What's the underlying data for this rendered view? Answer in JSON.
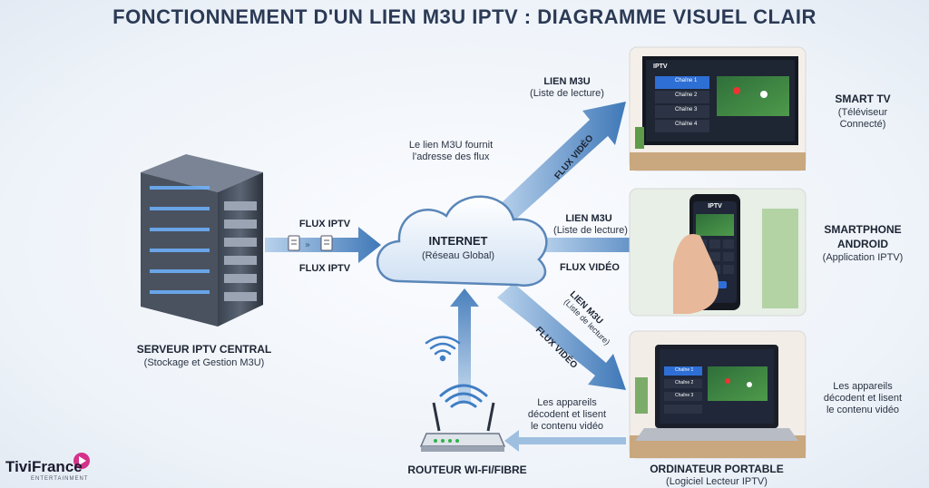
{
  "title": "FONCTIONNEMENT D'UN LIEN M3U IPTV : DIAGRAMME VISUEL CLAIR",
  "server": {
    "title": "SERVEUR IPTV CENTRAL",
    "subtitle": "(Stockage et Gestion M3U)"
  },
  "cloud": {
    "title": "INTERNET",
    "subtitle": "(Réseau Global)"
  },
  "router": {
    "title": "ROUTEUR WI-FI/FIBRE"
  },
  "server_to_cloud": {
    "top": "FLUX IPTV",
    "bottom": "FLUX IPTV"
  },
  "to_tv": {
    "m3u": "LIEN M3U",
    "m3u_sub": "(Liste de lecture)",
    "video": "FLUX VIDÉO",
    "note_line1": "Le lien M3U fournit",
    "note_line2": "l'adresse des flux"
  },
  "to_phone": {
    "m3u": "LIEN M3U",
    "m3u_sub": "(Liste de lecture)",
    "video": "FLUX VIDÉO"
  },
  "to_laptop": {
    "m3u": "LIEN M3U",
    "m3u_sub": "(Liste de lecture)",
    "video": "FLUX VIDÉO"
  },
  "router_note": {
    "line1": "Les appareils",
    "line2": "décodent et lisent",
    "line3": "le contenu vidéo"
  },
  "right_note": {
    "line1": "Les appareils",
    "line2": "décodent et lisent",
    "line3": "le contenu vidéo"
  },
  "devices": {
    "tv": {
      "title": "SMART TV",
      "sub1": "(Téléviseur",
      "sub2": "Connecté)",
      "app_label": "IPTV",
      "channels": [
        "Chaîne 1",
        "Chaîne 2",
        "Chaîne 3",
        "Chaîne 4"
      ]
    },
    "phone": {
      "title1": "SMARTPHONE",
      "title2": "ANDROID",
      "subtitle": "(Application IPTV)",
      "app_label": "IPTV"
    },
    "laptop": {
      "title": "ORDINATEUR PORTABLE",
      "subtitle": "(Logiciel Lecteur IPTV)",
      "channels": [
        "Chaîne 1",
        "Chaîne 2",
        "Chaîne 3"
      ]
    }
  },
  "logo": {
    "brand": "TiviFrance",
    "tagline": "ENTERTAINMENT"
  },
  "colors": {
    "arrow": "#4f86c2",
    "arrow_light": "#a9c6e6",
    "title": "#2b3a55",
    "cloud": "#dbe9f8"
  }
}
